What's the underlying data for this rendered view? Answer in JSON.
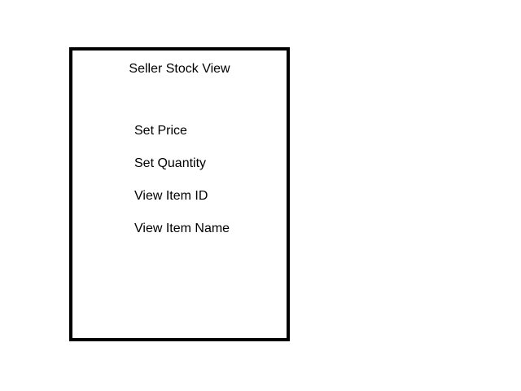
{
  "panel": {
    "title": "Seller Stock View",
    "items": [
      {
        "label": "Set Price"
      },
      {
        "label": "Set Quantity"
      },
      {
        "label": "View Item ID"
      },
      {
        "label": "View Item Name"
      }
    ]
  }
}
